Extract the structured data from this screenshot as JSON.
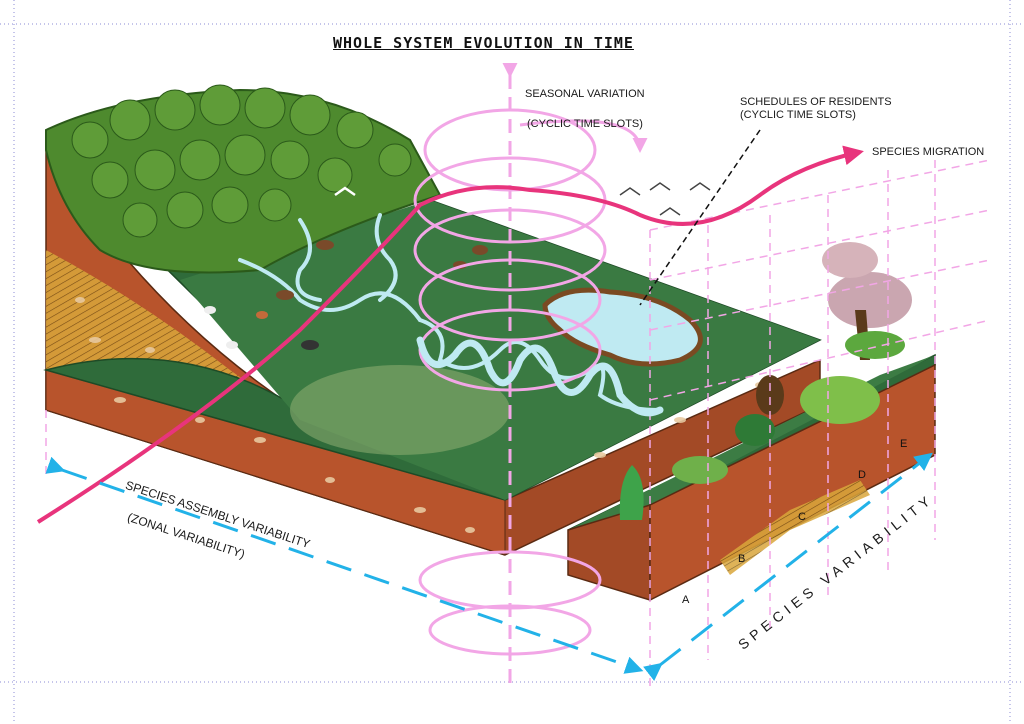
{
  "title": "WHOLE SYSTEM EVOLUTION IN TIME",
  "labels": {
    "seasonal_variation": "SEASONAL VARIATION",
    "cyclic_time_slots": "(CYCLIC TIME SLOTS)",
    "schedules_of_residents": "SCHEDULES OF RESIDENTS",
    "schedules_cyclic": "(CYCLIC TIME SLOTS)",
    "species_migration": "SPECIES MIGRATION",
    "species_assembly_variability": "SPECIES ASSEMBLY VARIABILITY",
    "zonal_variability": "(ZONAL VARIABILITY)",
    "species_variability": "SPECIES VARIABILITY"
  },
  "zones": [
    "A",
    "B",
    "C",
    "D",
    "E"
  ],
  "colors": {
    "magenta": "#e8347c",
    "pink": "#f2a6e6",
    "cyan": "#22b2e8",
    "grass": "#2f6b3a",
    "soil": "#b8542c",
    "water": "#bfeaf2",
    "frame": "#8b8bd6"
  }
}
